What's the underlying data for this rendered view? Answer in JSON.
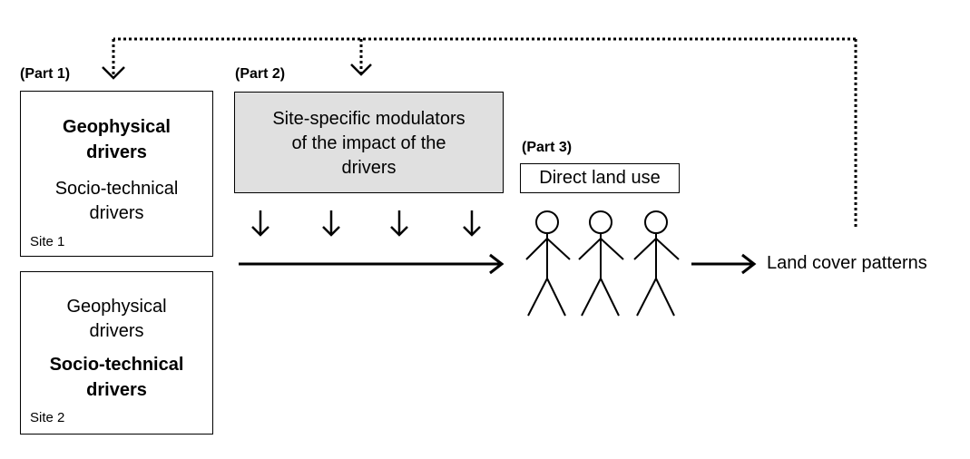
{
  "parts": {
    "part1": "(Part 1)",
    "part2": "(Part 2)",
    "part3": "(Part 3)"
  },
  "site1": {
    "line1": "Geophysical",
    "line2": "drivers",
    "line3": "Socio-technical",
    "line4": "drivers",
    "site_label": "Site 1"
  },
  "site2": {
    "line1": "Geophysical",
    "line2": "drivers",
    "line3": "Socio-technical",
    "line4": "drivers",
    "site_label": "Site 2"
  },
  "modulators": {
    "line1": "Site-specific modulators",
    "line2": "of the impact of the",
    "line3": "drivers",
    "fill": "#e0e0e0"
  },
  "direct_land_use": "Direct land use",
  "land_cover": "Land cover patterns"
}
